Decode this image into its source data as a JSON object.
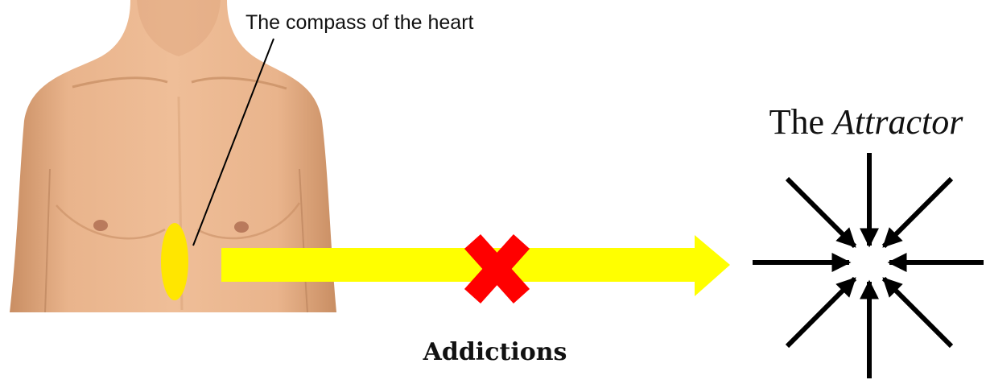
{
  "diagram": {
    "compass_label": "The compass of the heart",
    "addictions_label": "Addictions",
    "attractor_title": {
      "prefix": "The",
      "emphasis": "Attractor"
    },
    "colors": {
      "skin": "#E9B48C",
      "skin_shadow": "#C98E63",
      "nipple": "#B97A5C",
      "heart_oval": "#FFE600",
      "arrow": "#FFFF00",
      "block_x": "#FF0000",
      "attractor_arrows": "#000000",
      "text": "#111111"
    },
    "icons": [
      "torso-image",
      "heart-compass-oval",
      "blocked-x-icon",
      "attractor-converging-arrows-icon"
    ]
  }
}
